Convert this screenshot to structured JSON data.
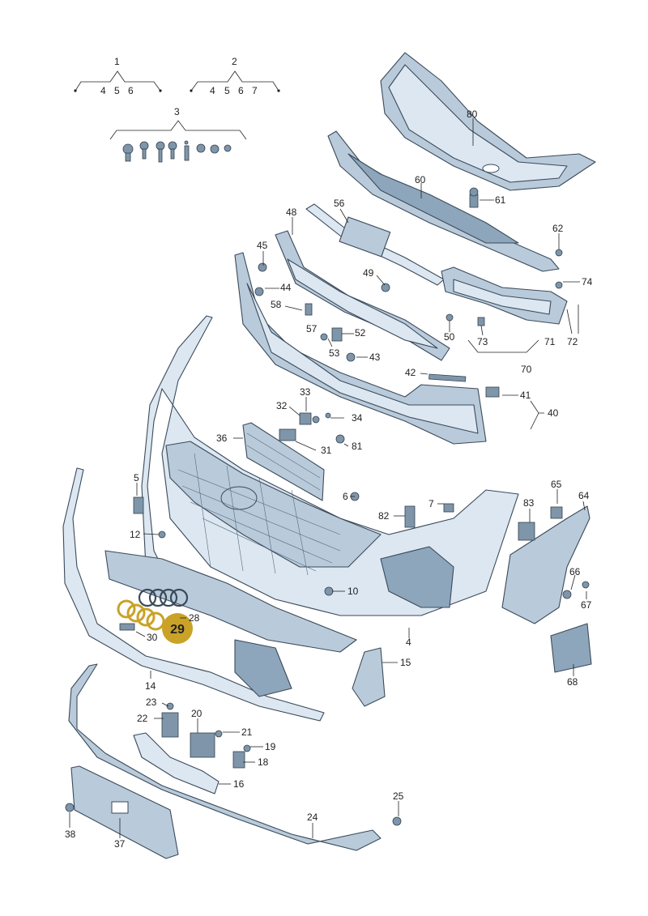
{
  "groups": {
    "g1": {
      "label": "1",
      "subs": [
        "4",
        "5",
        "6"
      ]
    },
    "g2": {
      "label": "2",
      "subs": [
        "4",
        "5",
        "6",
        "7"
      ]
    },
    "g3": {
      "label": "3"
    }
  },
  "callouts": [
    {
      "id": "80",
      "text": "80"
    },
    {
      "id": "60",
      "text": "60"
    },
    {
      "id": "61",
      "text": "61"
    },
    {
      "id": "56",
      "text": "56"
    },
    {
      "id": "48",
      "text": "48"
    },
    {
      "id": "62",
      "text": "62"
    },
    {
      "id": "45",
      "text": "45"
    },
    {
      "id": "49",
      "text": "49"
    },
    {
      "id": "74",
      "text": "74"
    },
    {
      "id": "44",
      "text": "44"
    },
    {
      "id": "58",
      "text": "58"
    },
    {
      "id": "57",
      "text": "57"
    },
    {
      "id": "52",
      "text": "52"
    },
    {
      "id": "50",
      "text": "50"
    },
    {
      "id": "53",
      "text": "53"
    },
    {
      "id": "73",
      "text": "73"
    },
    {
      "id": "71",
      "text": "71"
    },
    {
      "id": "72",
      "text": "72"
    },
    {
      "id": "43",
      "text": "43"
    },
    {
      "id": "70",
      "text": "70"
    },
    {
      "id": "42",
      "text": "42"
    },
    {
      "id": "33",
      "text": "33"
    },
    {
      "id": "41",
      "text": "41"
    },
    {
      "id": "32",
      "text": "32"
    },
    {
      "id": "34",
      "text": "34"
    },
    {
      "id": "40",
      "text": "40"
    },
    {
      "id": "36",
      "text": "36"
    },
    {
      "id": "31",
      "text": "31"
    },
    {
      "id": "81",
      "text": "81"
    },
    {
      "id": "5",
      "text": "5"
    },
    {
      "id": "6",
      "text": "6"
    },
    {
      "id": "7",
      "text": "7"
    },
    {
      "id": "65",
      "text": "65"
    },
    {
      "id": "64",
      "text": "64"
    },
    {
      "id": "83",
      "text": "83"
    },
    {
      "id": "82",
      "text": "82"
    },
    {
      "id": "12",
      "text": "12"
    },
    {
      "id": "10",
      "text": "10"
    },
    {
      "id": "66",
      "text": "66"
    },
    {
      "id": "67",
      "text": "67"
    },
    {
      "id": "28",
      "text": "28"
    },
    {
      "id": "30",
      "text": "30"
    },
    {
      "id": "4",
      "text": "4"
    },
    {
      "id": "15",
      "text": "15"
    },
    {
      "id": "68",
      "text": "68"
    },
    {
      "id": "14",
      "text": "14"
    },
    {
      "id": "23",
      "text": "23"
    },
    {
      "id": "20",
      "text": "20"
    },
    {
      "id": "22",
      "text": "22"
    },
    {
      "id": "21",
      "text": "21"
    },
    {
      "id": "19",
      "text": "19"
    },
    {
      "id": "18",
      "text": "18"
    },
    {
      "id": "16",
      "text": "16"
    },
    {
      "id": "25",
      "text": "25"
    },
    {
      "id": "24",
      "text": "24"
    },
    {
      "id": "38",
      "text": "38"
    },
    {
      "id": "37",
      "text": "37"
    }
  ],
  "highlight": {
    "text": "29",
    "color": "#c9a227"
  },
  "colors": {
    "part_light": "#dce7f1",
    "part_mid": "#b9cbdb",
    "part_dark": "#8ea6bb",
    "outline": "#3b4a5a"
  }
}
